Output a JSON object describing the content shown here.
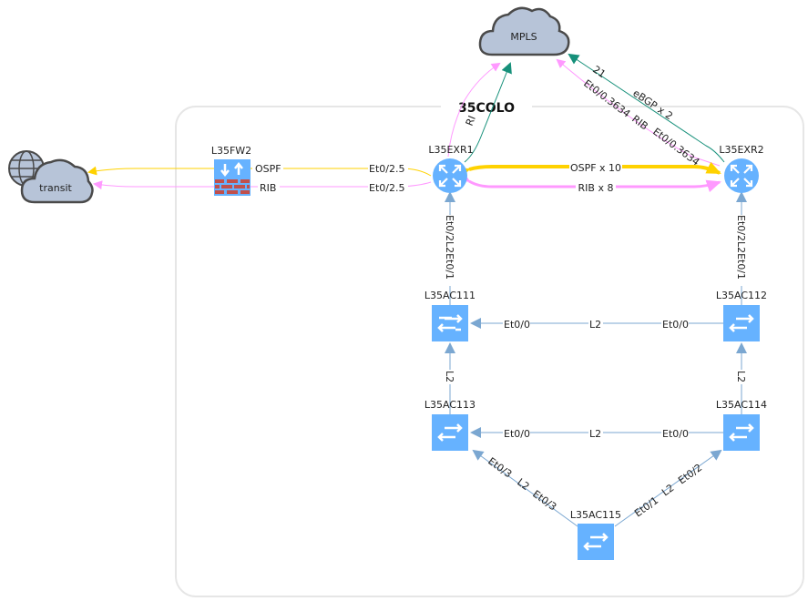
{
  "colors": {
    "ospf": "#ffd200",
    "rib": "#ff99ff",
    "bgp": "#16907a",
    "l2": "#7ba7d1",
    "node_blue": "#66b2ff",
    "cloud_fill": "#b7c4d8",
    "cloud_stroke": "#4a4a4a",
    "firewall_brick": "#c0504d",
    "group_border": "#e6e6e6"
  },
  "group": {
    "label": "35COLO"
  },
  "nodes": {
    "mpls": {
      "label": "MPLS",
      "type": "cloud"
    },
    "transit": {
      "label": "transit",
      "type": "cloud-internet"
    },
    "fw2": {
      "label": "L35FW2",
      "type": "firewall"
    },
    "exr1": {
      "label": "L35EXR1",
      "type": "router"
    },
    "exr2": {
      "label": "L35EXR2",
      "type": "router"
    },
    "ac111": {
      "label": "L35AC111",
      "type": "switch"
    },
    "ac112": {
      "label": "L35AC112",
      "type": "switch"
    },
    "ac113": {
      "label": "L35AC113",
      "type": "switch"
    },
    "ac114": {
      "label": "L35AC114",
      "type": "switch"
    },
    "ac115": {
      "label": "L35AC115",
      "type": "switch"
    }
  },
  "edges": {
    "fw_transit_ospf": {
      "label": "OSPF",
      "port": "Et0/2.5",
      "protocol": "ospf"
    },
    "fw_transit_rib": {
      "label": "RIB",
      "port": "Et0/2.5",
      "protocol": "rib"
    },
    "exr1_mpls_rib": {
      "label": "RI",
      "protocol": "rib"
    },
    "exr1_mpls_bgp": {
      "protocol": "bgp"
    },
    "exr2_mpls_bgp": {
      "label": "eBGP x 2",
      "port": "21",
      "protocol": "bgp"
    },
    "exr2_mpls_rib": {
      "label": "RIB",
      "port_a": "Et0/0.3634",
      "port_b": "Et0/0.3634",
      "protocol": "rib"
    },
    "exr1_exr2_ospf": {
      "label": "OSPF x 10",
      "protocol": "ospf"
    },
    "exr1_exr2_rib": {
      "label": "RIB x 8",
      "protocol": "rib"
    },
    "ac111_exr1": {
      "label": "Et0/2L2Et0/1",
      "protocol": "l2"
    },
    "ac112_exr2": {
      "label": "Et0/2L2Et0/1",
      "protocol": "l2"
    },
    "ac112_ac111": {
      "label": "L2",
      "port_a": "Et0/0",
      "port_b": "Et0/0",
      "protocol": "l2"
    },
    "ac113_ac111": {
      "label": "L2",
      "protocol": "l2"
    },
    "ac114_ac112": {
      "label": "L2",
      "protocol": "l2"
    },
    "ac114_ac113": {
      "label": "L2",
      "port_a": "Et0/0",
      "port_b": "Et0/0",
      "protocol": "l2"
    },
    "ac115_ac113": {
      "label": "L2",
      "port_a": "Et0/3",
      "port_b": "Et0/3",
      "protocol": "l2"
    },
    "ac115_ac114": {
      "label": "L2",
      "port_a": "Et0/1",
      "port_b": "Et0/2",
      "protocol": "l2"
    }
  }
}
